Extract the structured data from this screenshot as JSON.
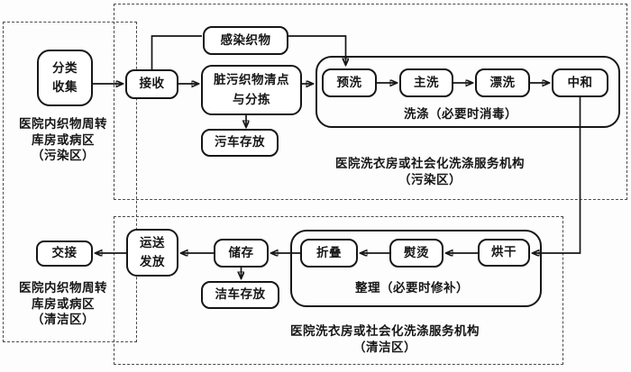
{
  "zones": {
    "hospital_dirty_label": "医院内织物周转\n库房或病区\n（污染区）",
    "hospital_clean_label": "医院内织物周转\n库房或病区\n（清洁区）",
    "laundry_dirty_label": "医院洗衣房或社会化洗涤服务机构\n（污染区）",
    "laundry_clean_label": "医院洗衣房或社会化洗涤服务机构\n（清洁区）"
  },
  "nodes": {
    "collect": "分类\n收集",
    "receive": "接收",
    "infected": "感染织物",
    "sort": "脏污织物清点\n与分拣",
    "dirty_cart": "污车存放",
    "prewash": "预洗",
    "mainwash": "主洗",
    "rinse": "漂洗",
    "neutralize": "中和",
    "handover": "交接",
    "dispatch": "运送\n发放",
    "store": "储存",
    "clean_cart": "洁车存放",
    "fold": "折叠",
    "iron": "熨烫",
    "dry": "烘干"
  },
  "captions": {
    "washing": "洗涤（必要时消毒）",
    "finishing": "整理（必要时修补）"
  },
  "colors": {
    "stroke": "#161616",
    "dashed_border": "#4a4a4a",
    "background": "#fdfdfd"
  }
}
